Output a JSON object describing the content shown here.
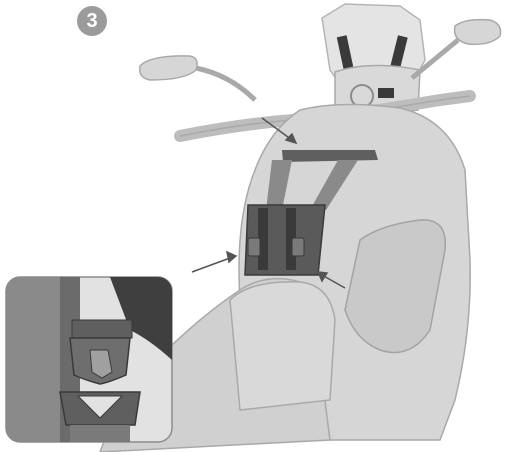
{
  "step": {
    "number": "3",
    "badge_color": "#9b9b9b"
  },
  "illustration": {
    "subject": "motorcycle-tank-bag-strap-installation",
    "inset": "buckle-detail-closeup",
    "colors": {
      "bike_body": "#d6d6d6",
      "bike_outline": "#a9a9a9",
      "strap": "#8a8a8a",
      "strap_dark": "#5f5f5f",
      "strap_black": "#3a3a3a",
      "arrow": "#555555",
      "inset_border": "#8c8c8c"
    },
    "arrows": [
      "arrow-to-upper-strap",
      "arrow-to-left-buckle",
      "arrow-to-right-buckle"
    ]
  }
}
